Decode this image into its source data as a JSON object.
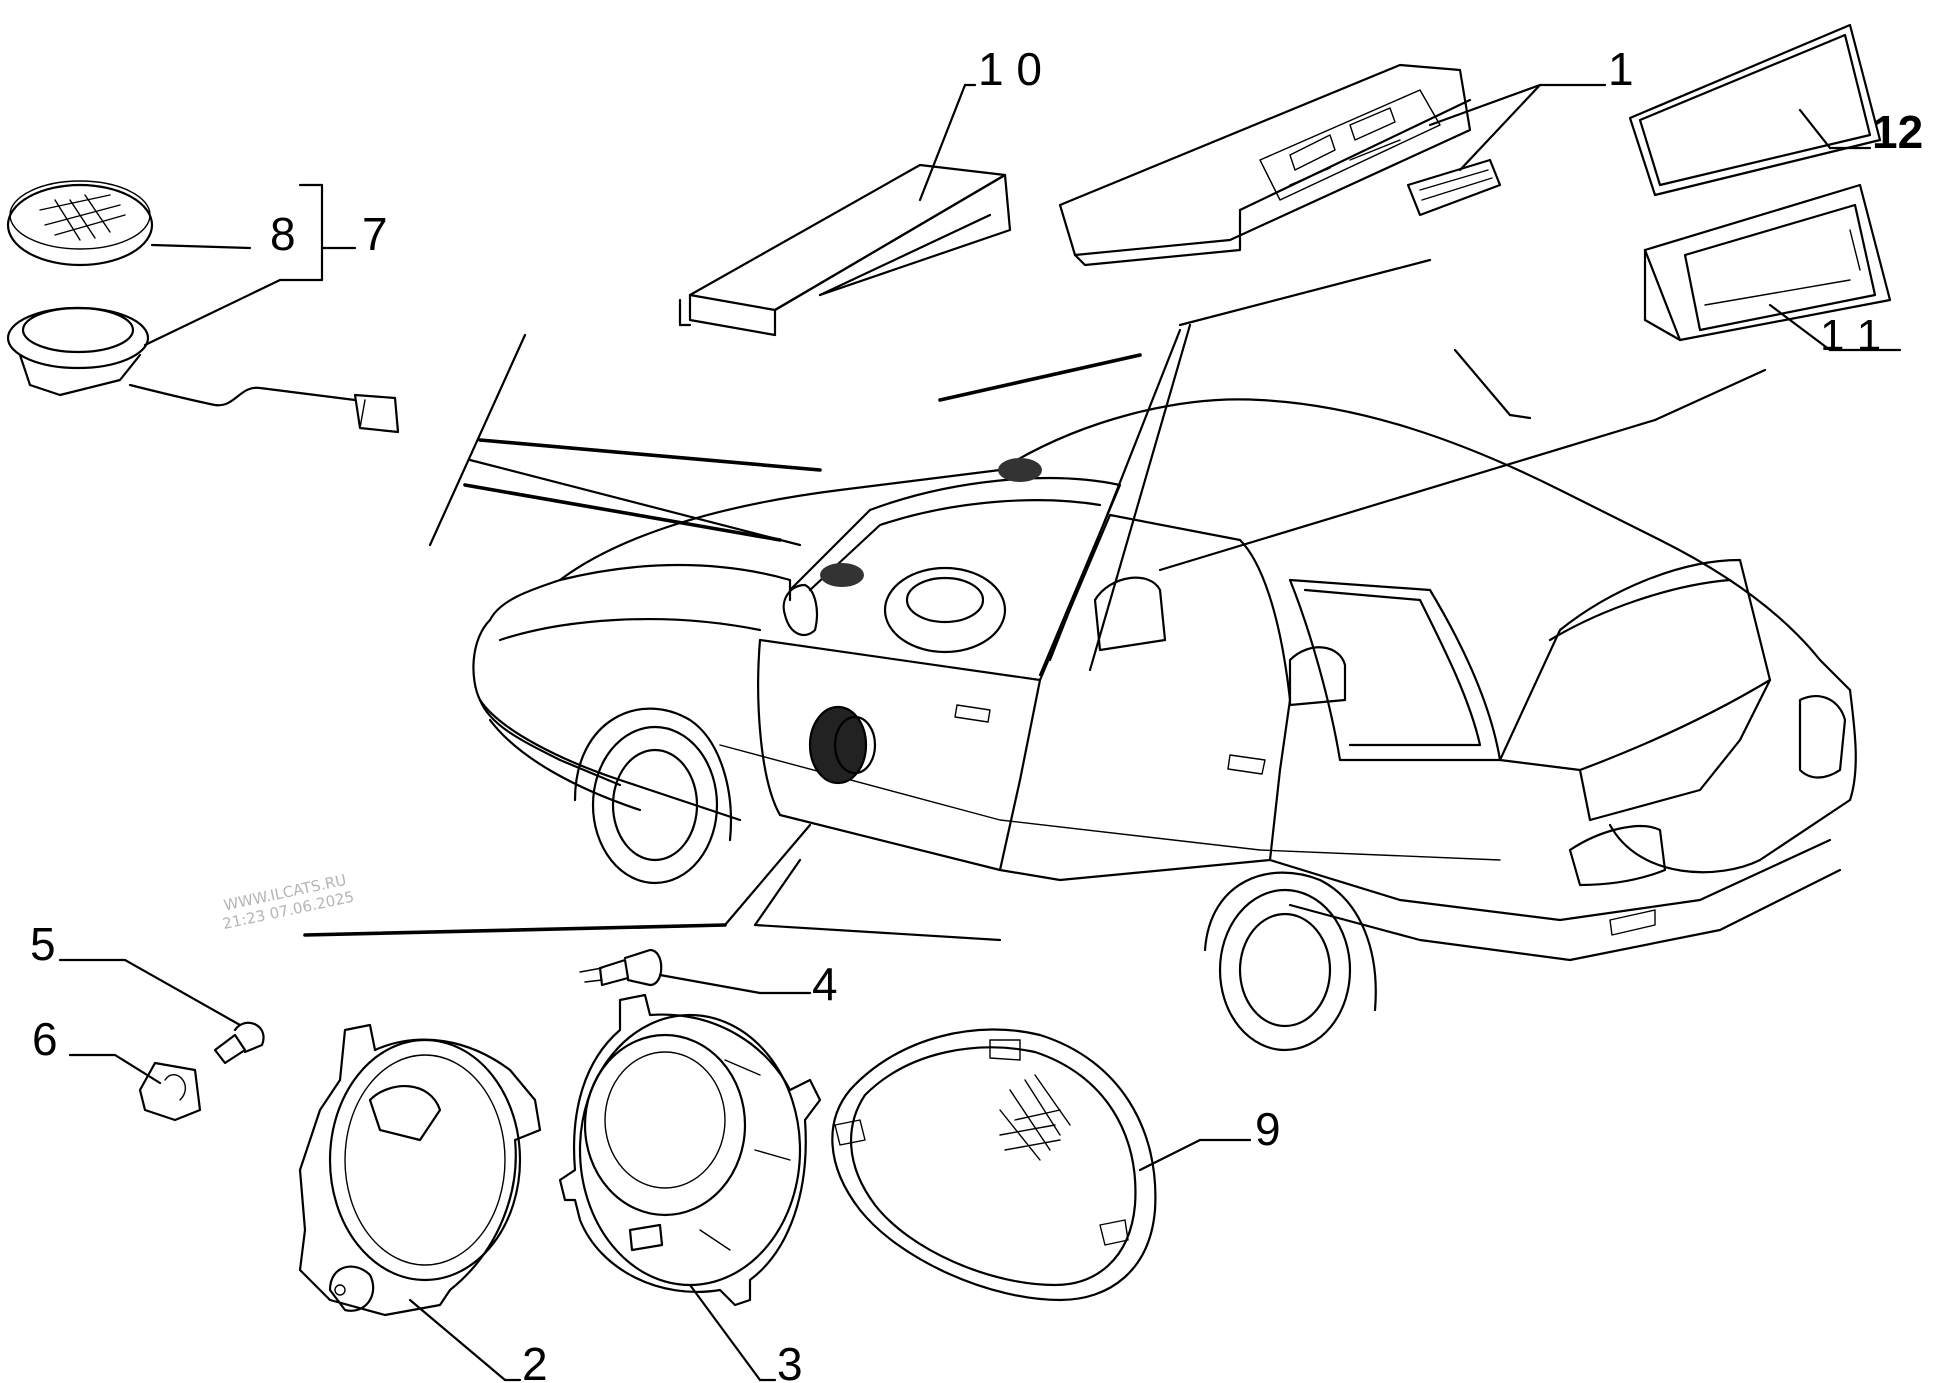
{
  "watermark": {
    "line1": "WWW.ILCATS.RU",
    "line2": "21:23 07.06.2025"
  },
  "callouts": [
    {
      "id": "1",
      "label": "1"
    },
    {
      "id": "2",
      "label": "2"
    },
    {
      "id": "3",
      "label": "3"
    },
    {
      "id": "4",
      "label": "4"
    },
    {
      "id": "5",
      "label": "5"
    },
    {
      "id": "6",
      "label": "6"
    },
    {
      "id": "7",
      "label": "7"
    },
    {
      "id": "8",
      "label": "8"
    },
    {
      "id": "9",
      "label": "9"
    },
    {
      "id": "10",
      "label": "1 0"
    },
    {
      "id": "11",
      "label": "1 1"
    },
    {
      "id": "12",
      "label": "12"
    }
  ]
}
